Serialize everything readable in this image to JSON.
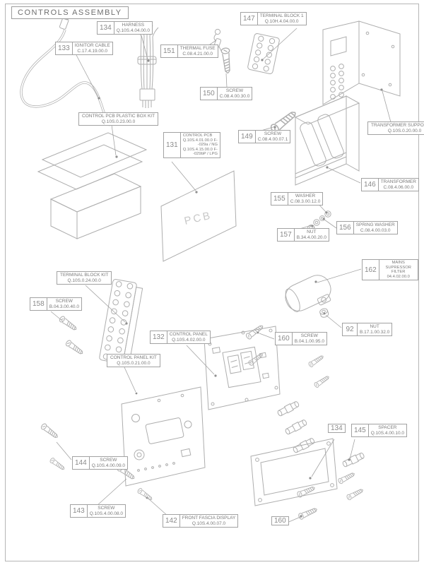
{
  "title": "CONTROLS ASSEMBLY",
  "watermark": "PCB",
  "colors": {
    "line": "#aeaeae",
    "label_border": "#a2a2a2",
    "text": "#7a7a7a",
    "background": "#ffffff"
  },
  "callouts": [
    {
      "num": "133",
      "name": "IGNITOR CABLE",
      "code": "C.17.4.19.00.0"
    },
    {
      "num": "134",
      "name": "HARNESS",
      "code": "Q.10S.4.04.00.0"
    },
    {
      "num": "151",
      "name": "THERMAL FUSE",
      "code": "C.08.4.21.00.0"
    },
    {
      "num": "147",
      "name": "TERMINAL BLOCK 1",
      "code": "Q.10H.4.04.00.0"
    },
    {
      "num": "150",
      "name": "SCREW",
      "code": "C.08.4.00.30.0"
    },
    {
      "num": "149",
      "name": "SCREW",
      "code": "C.08.4.00.07.1"
    },
    {
      "num": "146",
      "name": "TRANSFORMER",
      "code": "C.08.4.06.00.0"
    },
    {
      "num": "155",
      "name": "WASHER",
      "code": "C.08.3.00.12.0"
    },
    {
      "num": "156",
      "name": "SPRING WASHER",
      "code": "C.08.4.00.03.0"
    },
    {
      "num": "157",
      "name": "NUT",
      "code": "B.34.4.00.20.0"
    },
    {
      "num": "162",
      "name": "MAINS SUPRESSOR FILTER",
      "code": "04.4.02.00.0"
    },
    {
      "num": "92",
      "name": "NUT",
      "code": "B.17.1.00.32.0"
    },
    {
      "num": "158",
      "name": "SCREW",
      "code": "B.04.3.00.40.0"
    },
    {
      "num": "132",
      "name": "CONTROL PANEL",
      "code": "Q.10S.4.02.00.0"
    },
    {
      "num": "160",
      "name": "SCREW",
      "code": "B.04.1.00.95.0"
    },
    {
      "num": "144",
      "name": "SCREW",
      "code": "Q.10S.4.00.09.0"
    },
    {
      "num": "143",
      "name": "SCREW",
      "code": "Q.10S.4.00.08.0"
    },
    {
      "num": "142",
      "name": "FRONT FASCIA DISPLAY",
      "code": "Q.10S.4.00.07.0"
    },
    {
      "num": "145",
      "name": "SPACER",
      "code": "Q.10S.4.00.10.0"
    }
  ],
  "pcb_label": {
    "num": "131",
    "l1": "CONTROL PCB",
    "l2": "Q.10S.4.01.00.0 F-",
    "l3": "-029a / NG",
    "l4": "Q.10S.4.15.00.0 F-",
    "l5": "-029bP / LPG"
  },
  "kits": [
    {
      "name": "TRANSFORMER SUPPORT KIT",
      "code": "Q.10S.0.20.00.0"
    },
    {
      "name": "CONTROL PCB PLASTIC BOX KIT",
      "code": "Q.10S.0.23.00.0"
    },
    {
      "name": "TERMINAL BLOCK KIT",
      "code": "Q.10S.0.24.00.0"
    },
    {
      "name": "CONTROL PANEL KIT",
      "code": "Q.10S.0.21.00.0"
    }
  ],
  "number_tags": [
    {
      "num": "134"
    },
    {
      "num": "160"
    }
  ]
}
